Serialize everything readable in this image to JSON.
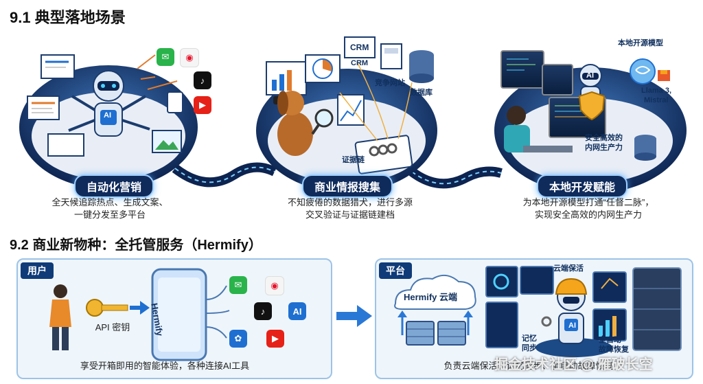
{
  "section1": {
    "title": "9.1 典型落地场景",
    "scenes": [
      {
        "title": "自动化营销",
        "desc_line1": "全天候追踪热点、生成文案、",
        "desc_line2": "一键分发至多平台",
        "robot_label": "AI"
      },
      {
        "title": "商业情报搜集",
        "desc_line1": "不知疲倦的数据猎犬，进行多源",
        "desc_line2": "交叉验证与证据链建档",
        "labels": {
          "crm_box": "CRM",
          "crm": "CRM",
          "competitor": "竞争网站",
          "database": "数据库",
          "evidence": "证据链"
        }
      },
      {
        "title": "本地开发赋能",
        "desc_line1": "为本地开源模型打通“任督二脉”，",
        "desc_line2": "实现安全高效的内网生产力",
        "labels": {
          "models": "本地开源模型",
          "llama": "Llama 3,",
          "mistral": "Mistral",
          "secure_line1": "安全高效的",
          "secure_line2": "内网生产力",
          "robot_label": "AI"
        }
      }
    ]
  },
  "section2": {
    "title": "9.2 商业新物种：全托管服务（Hermify）",
    "user_panel": {
      "tag": "用户",
      "api_key": "API 密钥",
      "phone_label": "Hermify",
      "ai_badge": "AI",
      "caption": "享受开箱即用的智能体验，各种连接AI工具"
    },
    "platform_panel": {
      "tag": "平台",
      "cloud": "Hermify 云端",
      "cloud_keepalive": "云端保活",
      "memory_line1": "记忆",
      "memory_line2": "同步",
      "recover_line1": "全自动",
      "recover_line2": "故障恢复",
      "robot_label": "AI",
      "caption": "负责云端保活、记忆同步、全自动故障恢复"
    }
  },
  "watermark": "掘金技术社区 @ 雁破长空",
  "colors": {
    "navy": "#0f2b5c",
    "glow": "#9fd0ff",
    "panel": "#eef5fb",
    "accent": "#1f6fd1"
  }
}
